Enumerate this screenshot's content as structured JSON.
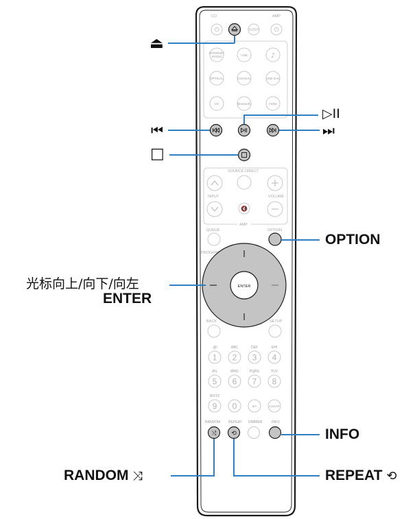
{
  "colors": {
    "leader": "#2e7fc4",
    "highlight_button": "#c4c4c4",
    "outline": "#1a1a1a",
    "faded": "#c8c8c8"
  },
  "remote": {
    "top_labels": [
      "CD",
      "AMP"
    ],
    "top_buttons": [
      "SLEEP"
    ],
    "source_buttons": [
      "INTERNET RADIO",
      "USB",
      "OPTICAL",
      "COAXIAL",
      "USB-DAC",
      "CD",
      "Bluetooth",
      "HDMI"
    ],
    "section_labels": {
      "source_direct": "SOURCE DIRECT",
      "input": "INPUT",
      "volume": "VOLUME",
      "amp": "AMP",
      "queue": "QUEUE",
      "option": "OPTION",
      "program": "PROGRAM",
      "back": "BACK",
      "setup": "SETUP",
      "random": "RANDOM",
      "repeat": "REPEAT",
      "dimmer": "DIMMER",
      "info": "INFO"
    },
    "enter_label": "ENTER",
    "number_keys": [
      {
        "sub": ".@/",
        "num": "1"
      },
      {
        "sub": "ABC",
        "num": "2"
      },
      {
        "sub": "DEF",
        "num": "3"
      },
      {
        "sub": "GHI",
        "num": "4"
      },
      {
        "sub": "JKL",
        "num": "5"
      },
      {
        "sub": "MNO",
        "num": "6"
      },
      {
        "sub": "PQRS",
        "num": "7"
      },
      {
        "sub": "TUV",
        "num": "8"
      },
      {
        "sub": "WXYZ",
        "num": "9"
      },
      {
        "sub": "",
        "num": "0"
      }
    ],
    "aA_label": "a/A",
    "clear_label": "CLEAR"
  },
  "callouts": {
    "eject": "⏏",
    "play_pause": "▷II",
    "previous": "⏮",
    "next": "⏭",
    "stop": "□",
    "option": "OPTION",
    "cursor_line1": "光标向上/向下/向左",
    "cursor_line2": "ENTER",
    "info": "INFO",
    "random": "RANDOM",
    "random_icon": "⤨",
    "repeat": "REPEAT",
    "repeat_icon": "⟲"
  }
}
